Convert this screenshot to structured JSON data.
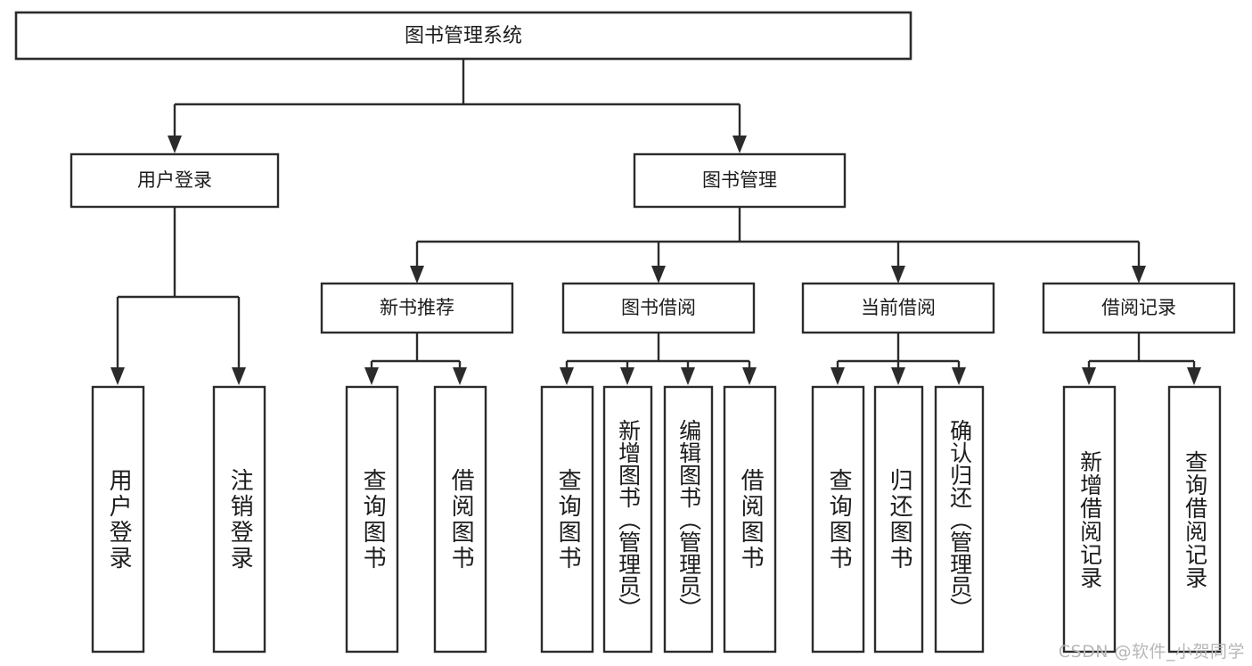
{
  "diagram": {
    "title": "图书管理系统",
    "type": "tree-hierarchy-chart",
    "watermark": "CSDN @软件_小贺同学",
    "colors": {
      "stroke": "#2b2b2b",
      "fill": "#ffffff",
      "text": "#1c1c1c",
      "watermark": "#b8b8b8",
      "background": "#ffffff"
    },
    "root": {
      "label": "图书管理系统"
    },
    "level1": [
      {
        "id": "user-login",
        "label": "用户登录"
      },
      {
        "id": "book-management",
        "label": "图书管理"
      }
    ],
    "level2": [
      {
        "id": "new-book-recommend",
        "label": "新书推荐",
        "parent": "book-management"
      },
      {
        "id": "book-borrow",
        "label": "图书借阅",
        "parent": "book-management"
      },
      {
        "id": "current-borrow",
        "label": "当前借阅",
        "parent": "book-management"
      },
      {
        "id": "borrow-record",
        "label": "借阅记录",
        "parent": "book-management"
      }
    ],
    "leaves": [
      {
        "id": "leaf-user-login",
        "label": "用户登录",
        "parent": "user-login"
      },
      {
        "id": "leaf-logout-login",
        "label": "注销登录",
        "parent": "user-login"
      },
      {
        "id": "leaf-query-book-1",
        "label": "查询图书",
        "parent": "new-book-recommend"
      },
      {
        "id": "leaf-borrow-book-1",
        "label": "借阅图书",
        "parent": "new-book-recommend"
      },
      {
        "id": "leaf-query-book-2",
        "label": "查询图书",
        "parent": "book-borrow"
      },
      {
        "id": "leaf-add-book",
        "label": "新增图书（管理员）",
        "parent": "book-borrow"
      },
      {
        "id": "leaf-edit-book",
        "label": "编辑图书（管理员）",
        "parent": "book-borrow"
      },
      {
        "id": "leaf-borrow-book-2",
        "label": "借阅图书",
        "parent": "book-borrow"
      },
      {
        "id": "leaf-query-book-3",
        "label": "查询图书",
        "parent": "current-borrow"
      },
      {
        "id": "leaf-return-book",
        "label": "归还图书",
        "parent": "current-borrow"
      },
      {
        "id": "leaf-confirm-return",
        "label": "确认归还（管理员）",
        "parent": "current-borrow"
      },
      {
        "id": "leaf-add-record",
        "label": "新增借阅记录",
        "parent": "borrow-record"
      },
      {
        "id": "leaf-query-record",
        "label": "查询借阅记录",
        "parent": "borrow-record"
      }
    ]
  }
}
